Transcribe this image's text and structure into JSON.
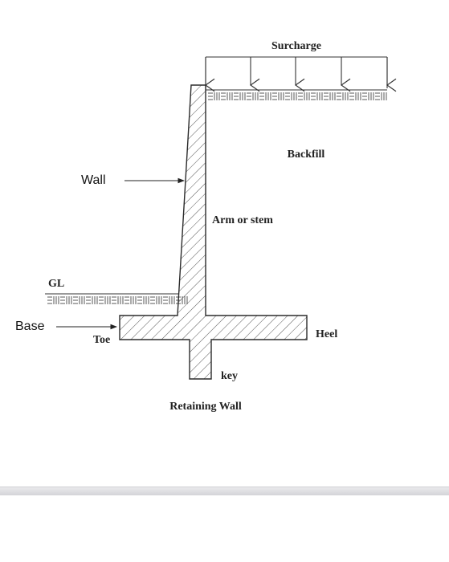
{
  "diagram": {
    "caption": "Retaining Wall",
    "labels": {
      "surcharge": "Surcharge",
      "backfill": "Backfill",
      "wall": "Wall",
      "stem": "Arm or stem",
      "ground_level": "GL",
      "base": "Base",
      "toe": "Toe",
      "heel": "Heel",
      "key": "key"
    },
    "colors": {
      "line": "#2b2b2b",
      "hatch": "#555555",
      "divider": "#d8d8dc"
    }
  }
}
